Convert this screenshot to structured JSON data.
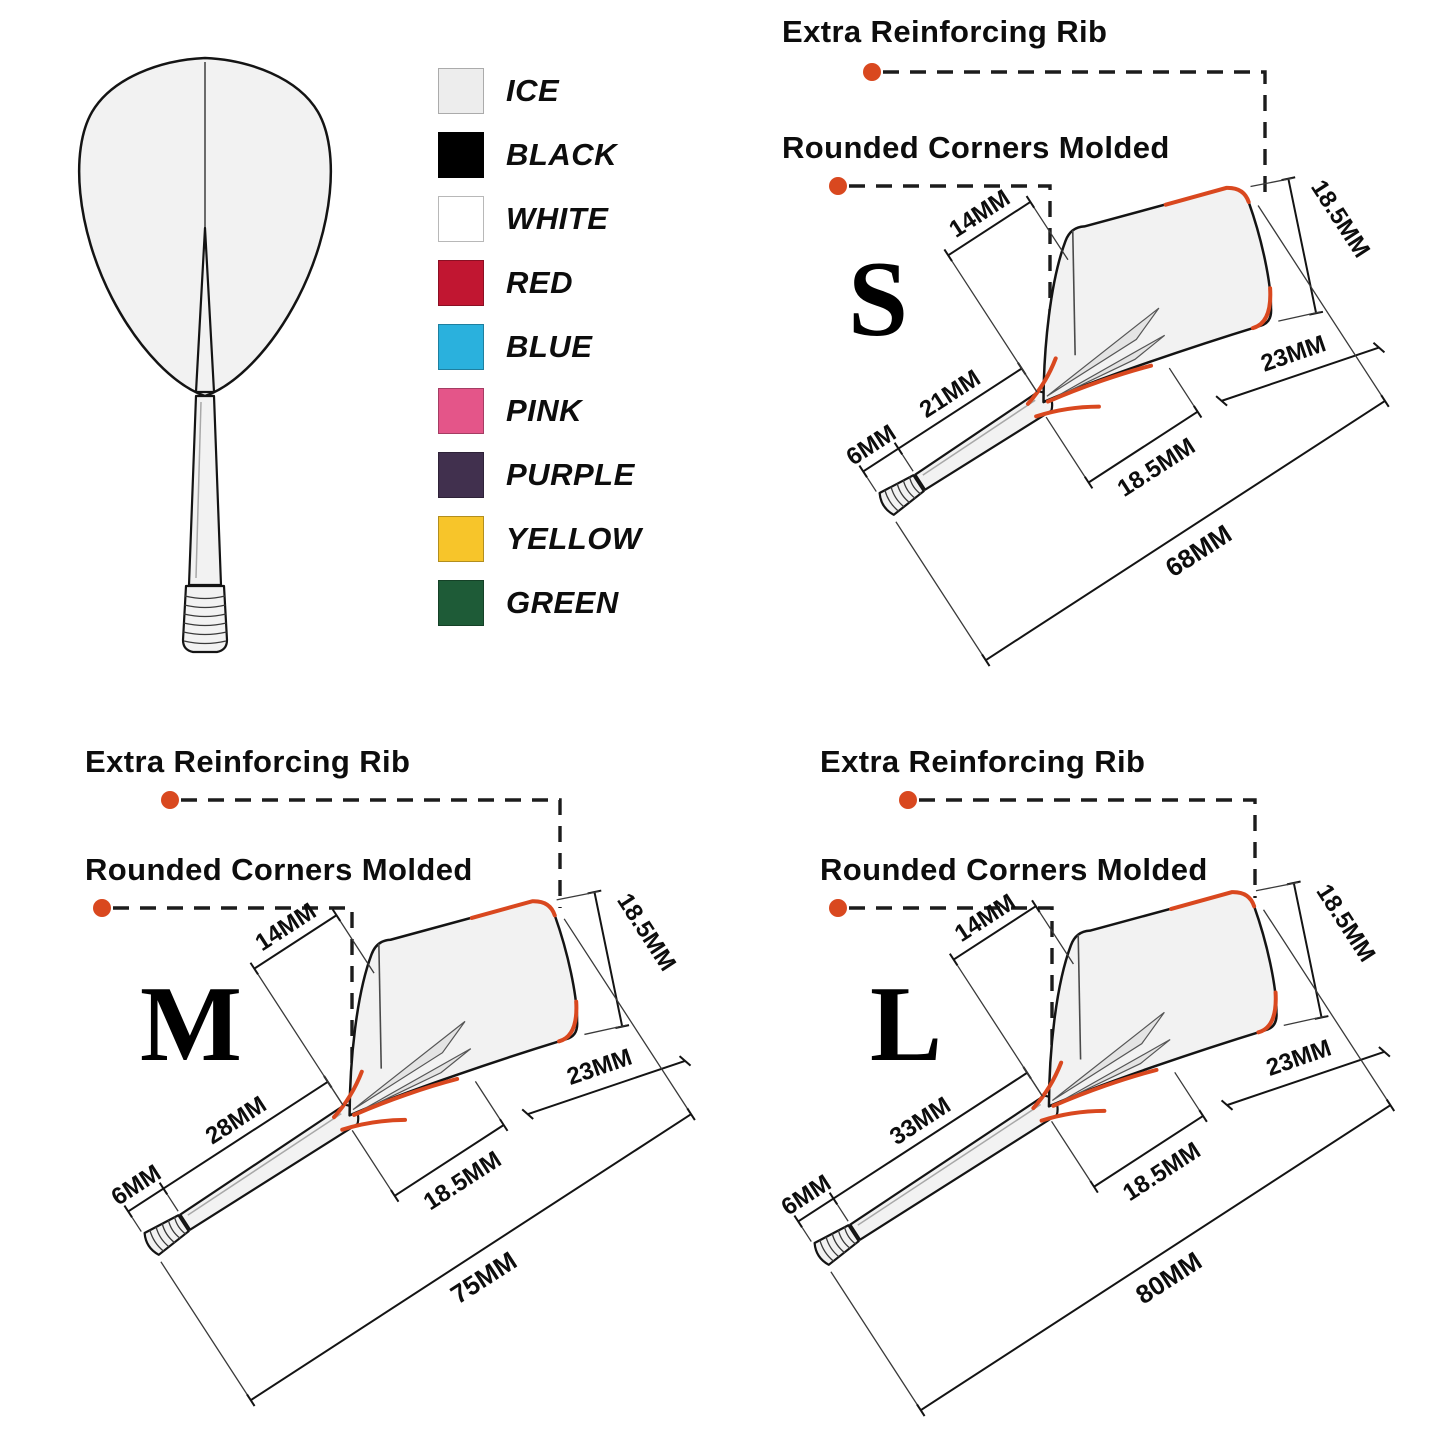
{
  "legend": {
    "items": [
      {
        "label": "ICE",
        "color": "#ededed"
      },
      {
        "label": "BLACK",
        "color": "#000000"
      },
      {
        "label": "WHITE",
        "color": "#ffffff"
      },
      {
        "label": "RED",
        "color": "#c11631"
      },
      {
        "label": "BLUE",
        "color": "#2ab1dd"
      },
      {
        "label": "PINK",
        "color": "#e45589"
      },
      {
        "label": "PURPLE",
        "color": "#41304e"
      },
      {
        "label": "YELLOW",
        "color": "#f7c52a"
      },
      {
        "label": "GREEN",
        "color": "#1e5b37"
      }
    ]
  },
  "annotations": {
    "rib": "Extra Reinforcing Rib",
    "corners": "Rounded Corners Molded"
  },
  "diagrams": {
    "s": {
      "size_letter": "S",
      "tip": "6MM",
      "shaft": "21MM",
      "front": "14MM",
      "base": "18.5MM",
      "edge": "23MM",
      "height": "18.5MM",
      "overall": "68MM"
    },
    "m": {
      "size_letter": "M",
      "tip": "6MM",
      "shaft": "28MM",
      "front": "14MM",
      "base": "18.5MM",
      "edge": "23MM",
      "height": "18.5MM",
      "overall": "75MM"
    },
    "l": {
      "size_letter": "L",
      "tip": "6MM",
      "shaft": "33MM",
      "front": "14MM",
      "base": "18.5MM",
      "edge": "23MM",
      "height": "18.5MM",
      "overall": "80MM"
    }
  },
  "colors": {
    "accent": "#d9481f",
    "ink": "#141414",
    "flight_fill": "#f2f2f2"
  }
}
